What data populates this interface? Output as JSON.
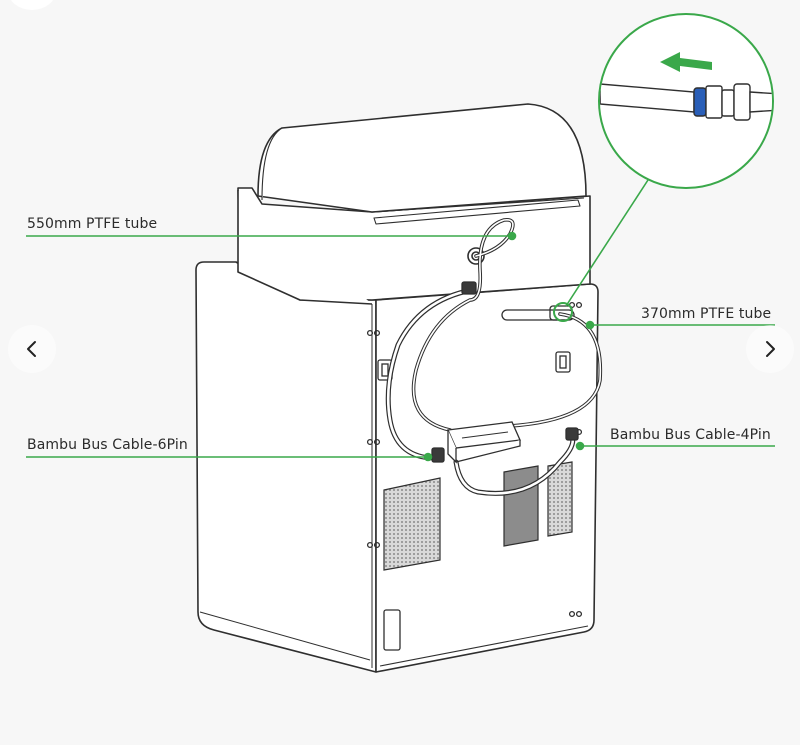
{
  "callouts": {
    "ptfe_550": "550mm PTFE tube",
    "ptfe_370": "370mm PTFE tube",
    "bus_6pin": "Bambu Bus Cable-6Pin",
    "bus_4pin": "Bambu Bus Cable-4Pin"
  },
  "nav": {
    "prev_icon": "chevron-left-icon",
    "next_icon": "chevron-right-icon"
  },
  "colors": {
    "accent_green": "#3aa84a",
    "line": "#2f2f2f",
    "blue_collet": "#2a5fb8"
  }
}
